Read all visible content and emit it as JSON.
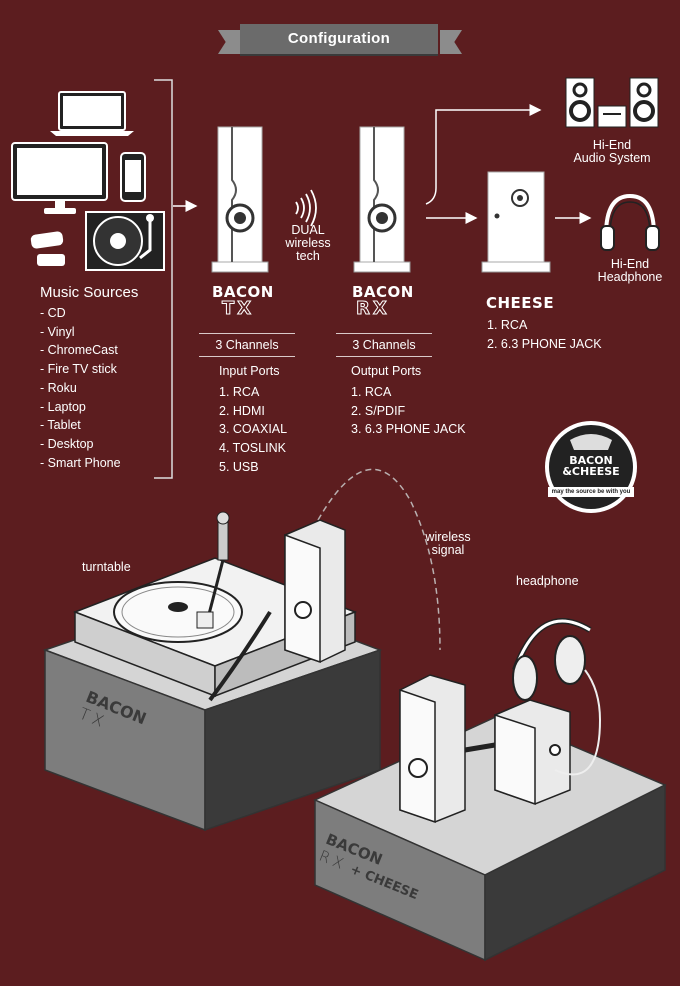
{
  "title": "Configuration",
  "sources": {
    "heading": "Music Sources",
    "items": [
      "- CD",
      "- Vinyl",
      "- ChromeCast",
      "- Fire TV stick",
      "- Roku",
      "- Laptop",
      "- Tablet",
      "- Desktop",
      "- Smart Phone"
    ]
  },
  "tx": {
    "brand": "BACON",
    "model": "TX",
    "channels": "3 Channels",
    "ports_title": "Input Ports",
    "ports": [
      "1. RCA",
      "2. HDMI",
      "3. COAXIAL",
      "4. TOSLINK",
      "5. USB"
    ]
  },
  "wireless_tech": [
    "DUAL",
    "wireless",
    "tech"
  ],
  "rx": {
    "brand": "BACON",
    "model": "RX",
    "channels": "3 Channels",
    "ports_title": "Output Ports",
    "ports": [
      "1. RCA",
      "2. S/PDIF",
      "3. 6.3 PHONE JACK"
    ]
  },
  "cheese": {
    "brand": "CHEESE",
    "ports": [
      "1. RCA",
      "2. 6.3 PHONE JACK"
    ]
  },
  "outputs": {
    "audio_system": [
      "Hi-End",
      "Audio System"
    ],
    "headphone": [
      "Hi-End",
      "Headphone"
    ]
  },
  "logo": {
    "line1": "BACON",
    "line2": "&CHEESE",
    "tagline": "may the source be with you"
  },
  "scene": {
    "turntable_label": "turntable",
    "wireless_label": [
      "wireless",
      "signal"
    ],
    "headphone_label": "headphone",
    "left_block": [
      "BACON",
      "TX"
    ],
    "right_block": [
      "BACON",
      "RX",
      "+ CHEESE"
    ]
  }
}
